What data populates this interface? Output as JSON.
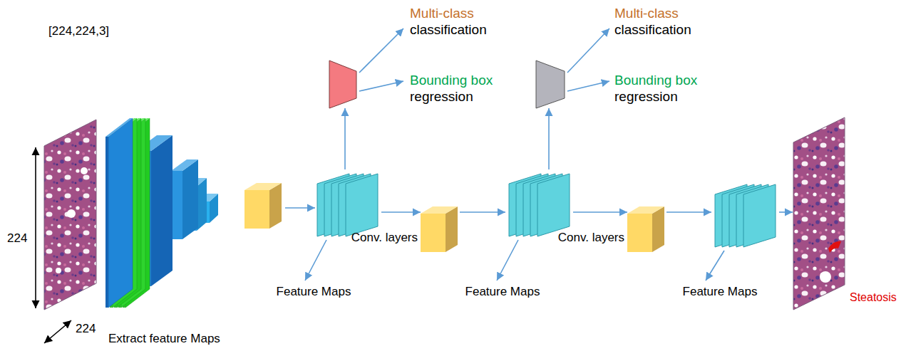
{
  "diagram": {
    "nodes": [
      {
        "text": [
          "Feature Maps"
        ]
      },
      {
        "text": [
          "Conv. layers"
        ]
      },
      {
        "text": [
          "Feature Maps"
        ]
      },
      {
        "text": [
          "Conv. layers"
        ]
      },
      {
        "text": [
          "Feature Maps"
        ]
      },
      {
        "text": [
          "Steatosis"
        ]
      }
    ],
    "edges": [
      {
        "from": 0,
        "to": 1,
        "arrow": "to"
      },
      {
        "from": 1,
        "to": 2,
        "arrow": "to"
      },
      {
        "from": 2,
        "to": 3,
        "arrow": "to"
      },
      {
        "from": 3,
        "to": 4,
        "arrow": "to"
      },
      {
        "from": 4,
        "to": 5,
        "arrow": "to"
      }
    ],
    "labels": [
      "[224,224,3]",
      "224",
      "224",
      "Extract feature Maps",
      "Multi-class",
      "classification",
      "Bounding box",
      "regression",
      "Multi-class",
      "classification",
      "Bounding box",
      "regression"
    ]
  }
}
